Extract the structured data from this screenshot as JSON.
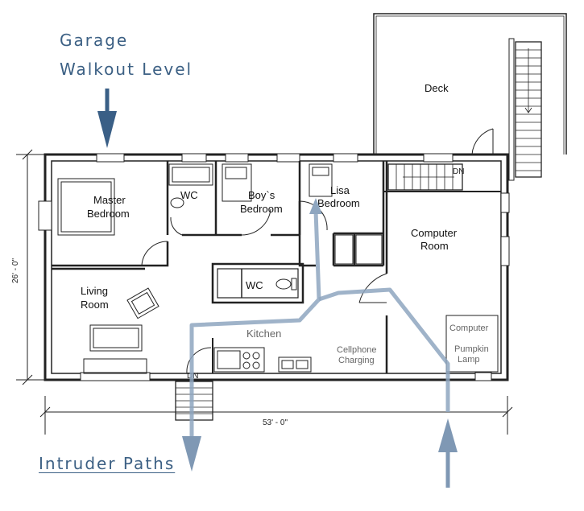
{
  "annotations": {
    "garage": "Garage",
    "walkout": "Walkout Level",
    "intruder_paths": "Intruder Paths"
  },
  "rooms": {
    "deck": "Deck",
    "master_line1": "Master",
    "master_line2": "Bedroom",
    "wc_master": "WC",
    "boys_line1": "Boy`s",
    "boys_line2": "Bedroom",
    "lisa_line1": "Lisa",
    "lisa_line2": "Bedroom",
    "computer_line1": "Computer",
    "computer_line2": "Room",
    "wc_hall": "WC",
    "living_line1": "Living",
    "living_line2": "Room",
    "kitchen": "Kitchen",
    "cellphone_line1": "Cellphone",
    "cellphone_line2": "Charging",
    "computer_small": "Computer",
    "pumpkin_line1": "Pumpkin",
    "pumpkin_line2": "Lamp"
  },
  "stairs": {
    "dn_top": "DN",
    "dn_bottom": "DN"
  },
  "dimensions": {
    "width": "53' - 0\"",
    "depth": "26' - 0\""
  },
  "colors": {
    "wall": "#222222",
    "annotation_text": "#3c6084",
    "garage_arrow": "#3a5f86",
    "intruder_path": "#8ea6c0",
    "intruder_arrow": "#7f98b4"
  }
}
